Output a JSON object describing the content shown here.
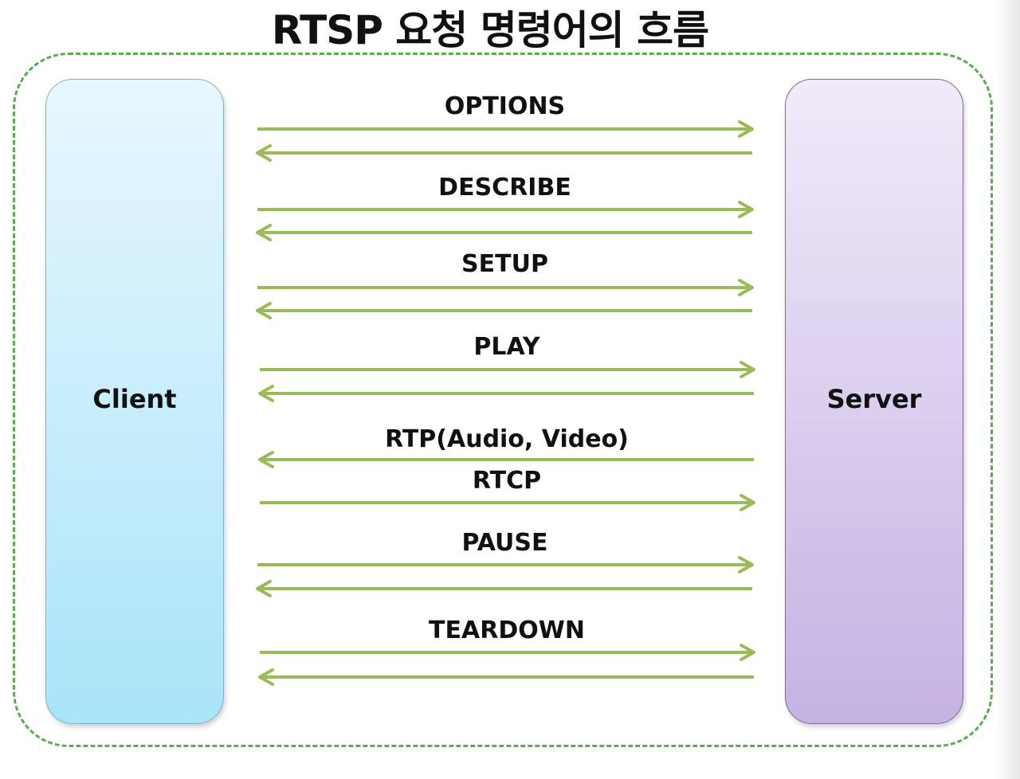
{
  "title": "RTSP 요청 명령어의 흐름",
  "client": {
    "label": "Client"
  },
  "server": {
    "label": "Server"
  },
  "colors": {
    "arrow": "#9bbb59",
    "frame_border": "#5cab52",
    "client_fill": "#bfeafb",
    "server_fill": "#d8cbef"
  },
  "messages": [
    {
      "label": "OPTIONS",
      "directions": [
        "to-server",
        "to-client"
      ]
    },
    {
      "label": "DESCRIBE",
      "directions": [
        "to-server",
        "to-client"
      ]
    },
    {
      "label": "SETUP",
      "directions": [
        "to-server",
        "to-client"
      ]
    },
    {
      "label": "PLAY",
      "directions": [
        "to-server",
        "to-client"
      ]
    },
    {
      "label": "RTP(Audio, Video)",
      "directions": [
        "to-client"
      ]
    },
    {
      "label": "RTCP",
      "directions": [
        "to-server"
      ]
    },
    {
      "label": "PAUSE",
      "directions": [
        "to-server",
        "to-client"
      ]
    },
    {
      "label": "TEARDOWN",
      "directions": [
        "to-server",
        "to-client"
      ]
    }
  ]
}
